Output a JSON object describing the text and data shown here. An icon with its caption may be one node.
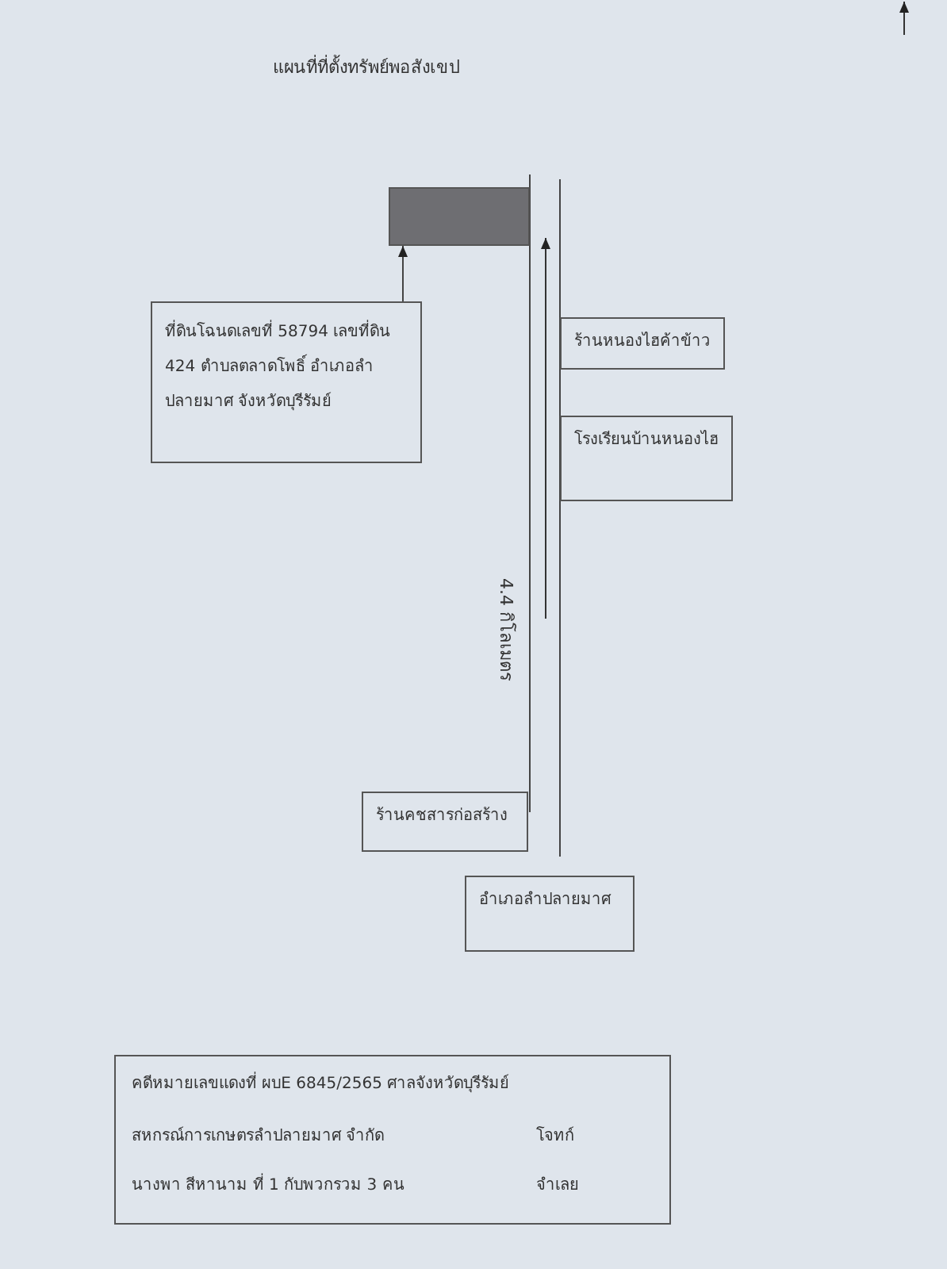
{
  "diagram": {
    "title": "แผนที่ที่ตั้งทรัพย์พอสังเขป",
    "nodes": [
      {
        "text": [
          "ที่ดินโฉนดเลขที่ 58794 เลขที่ดิน 424 ตำบลตลาดโพธิ์ อำเภอลำปลายมาศ จังหวัดบุรีรัมย์"
        ]
      },
      {
        "text": [],
        "shape": "box"
      },
      {
        "text": [
          "ร้านหนองไฮค้าข้าว"
        ]
      },
      {
        "text": [
          "โรงเรียนบ้านหนองไฮ"
        ]
      },
      {
        "text": [
          "ร้านคชสารก่อสร้าง"
        ]
      },
      {
        "text": [
          "อำเภอลำปลายมาศ"
        ]
      },
      {
        "text": [
          "คดีหมายเลขแดงที่ ผบE 6845/2565 ศาลจังหวัดบุรีรัมย์",
          "สหกรณ์การเกษตรลำปลายมาศ จำกัด",
          "โจทก์",
          "นางพา สีหานาม ที่ 1 กับพวกรวม 3 คน",
          "จำเลย"
        ]
      }
    ],
    "edges": [
      {
        "from": 0,
        "to": 1,
        "arrow": "to"
      }
    ],
    "labels": [
      "4.4 กิโลเมตร"
    ]
  }
}
